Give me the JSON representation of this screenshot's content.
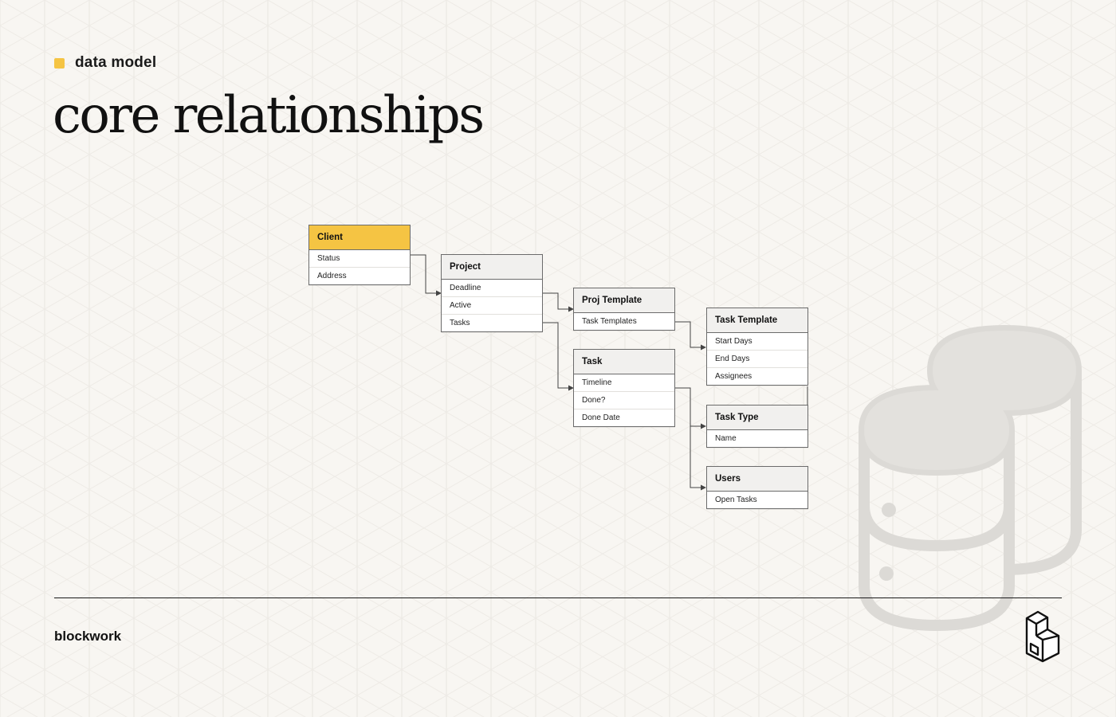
{
  "header": {
    "eyebrow": "data model",
    "title": "core relationships"
  },
  "colors": {
    "accent": "#f5c443",
    "background": "#f8f6f2",
    "text": "#141414"
  },
  "diagram": {
    "entities": [
      {
        "id": "client",
        "title": "Client",
        "highlighted": true,
        "fields": [
          "Status",
          "Address"
        ]
      },
      {
        "id": "project",
        "title": "Project",
        "highlighted": false,
        "fields": [
          "Deadline",
          "Active",
          "Tasks"
        ]
      },
      {
        "id": "proj_template",
        "title": "Proj Template",
        "highlighted": false,
        "fields": [
          "Task Templates"
        ]
      },
      {
        "id": "task",
        "title": "Task",
        "highlighted": false,
        "fields": [
          "Timeline",
          "Done?",
          "Done Date"
        ]
      },
      {
        "id": "task_template",
        "title": "Task Template",
        "highlighted": false,
        "fields": [
          "Start Days",
          "End Days",
          "Assignees"
        ]
      },
      {
        "id": "task_type",
        "title": "Task Type",
        "highlighted": false,
        "fields": [
          "Name"
        ]
      },
      {
        "id": "users",
        "title": "Users",
        "highlighted": false,
        "fields": [
          "Open Tasks"
        ]
      }
    ],
    "relationships": [
      {
        "from": "client",
        "to": "project"
      },
      {
        "from": "project",
        "to": "proj_template"
      },
      {
        "from": "project",
        "to": "task"
      },
      {
        "from": "proj_template",
        "to": "task_template"
      },
      {
        "from": "task",
        "to": "task_type"
      },
      {
        "from": "task",
        "to": "users"
      },
      {
        "from": "task_template",
        "to": "task_type"
      }
    ]
  },
  "footer": {
    "brand": "blockwork"
  }
}
